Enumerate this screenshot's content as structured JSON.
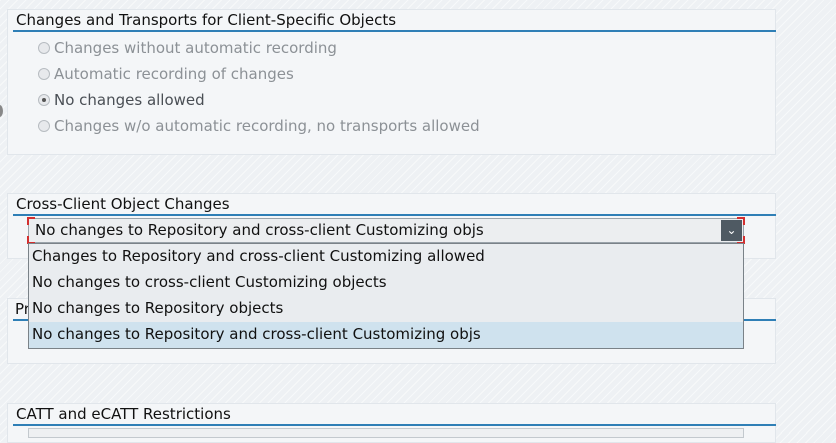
{
  "client_specific": {
    "title": "Changes and Transports for Client-Specific Objects",
    "options": [
      {
        "label": "Changes without automatic recording",
        "checked": false
      },
      {
        "label": "Automatic recording of changes",
        "checked": false
      },
      {
        "label": "No changes allowed",
        "checked": true
      },
      {
        "label": "Changes w/o automatic recording, no transports allowed",
        "checked": false
      }
    ]
  },
  "cross_client": {
    "title": "Cross-Client Object Changes",
    "selected_value": "No changes to Repository and cross-client Customizing objs",
    "options": [
      "Changes to Repository and cross-client Customizing allowed",
      "No changes to cross-client Customizing objects",
      "No changes to Repository objects",
      "No changes to Repository and cross-client Customizing objs"
    ],
    "dropdown_icon": "chevron-down-icon"
  },
  "protection": {
    "partial_title": "Pr"
  },
  "catt": {
    "title": "CATT and eCATT Restrictions"
  },
  "colors": {
    "accent_line": "#2f7fb6",
    "focus_corner": "#d32f2f",
    "selected_item": "#cfe2ee"
  }
}
